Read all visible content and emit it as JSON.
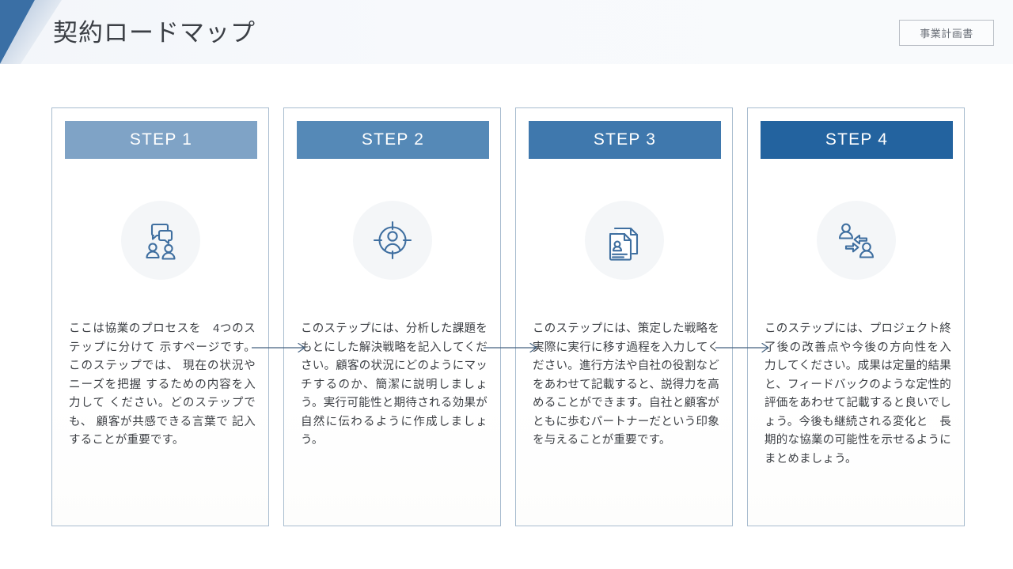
{
  "header": {
    "title": "契約ロードマップ",
    "badge_label": "事業計画書",
    "accent_color": "#3a6fa5"
  },
  "steps": [
    {
      "banner_label": "STEP 1",
      "banner_color": "#7fa3c6",
      "icon": "people-discussion-icon",
      "body": "ここは協業のプロセスを　4つのステップに分けて 示すページです。 このステップでは、 現在の状況やニーズを把握 するための内容を入力して ください。どのステップでも、 顧客が共感できる言葉で 記入することが重要です。"
    },
    {
      "banner_label": "STEP 2",
      "banner_color": "#5589b7",
      "icon": "person-target-icon",
      "body": "このステップには、分析した課題をもとにした解決戦略を記入してください。顧客の状況にどのようにマッチするのか、簡潔に説明しましょう。実行可能性と期待される効果が自然に伝わるように作成しましょう。"
    },
    {
      "banner_label": "STEP 3",
      "banner_color": "#3f78ad",
      "icon": "profile-documents-icon",
      "body": "このステップには、策定した戦略を実際に実行に移す過程を入力してください。進行方法や自社の役割などをあわせて記載すると、説得力を高めることができます。自社と顧客がともに歩むパートナーだという印象を与えることが重要です。"
    },
    {
      "banner_label": "STEP 4",
      "banner_color": "#23639f",
      "icon": "people-exchange-icon",
      "body": "このステップには、プロジェクト終了後の改善点や今後の方向性を入　力してください。成果は定量的結果と、フィードバックのような定性的評価をあわせて記載すると良いでしょう。今後も継続される変化と　長期的な協業の可能性を示せるようにまとめましょう。"
    }
  ],
  "connectors": [
    {
      "name": "arrow-step1-to-step2"
    },
    {
      "name": "arrow-step2-to-step3"
    },
    {
      "name": "arrow-step3-to-step4"
    }
  ],
  "colors": {
    "card_border": "#a8bccf",
    "icon_stroke": "#3f6fa0",
    "icon_circle_bg": "#f4f6f8",
    "body_text": "#3d4045",
    "title_text": "#3b3f45"
  }
}
